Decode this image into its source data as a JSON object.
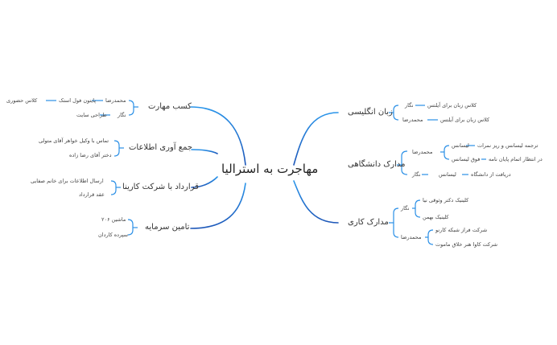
{
  "root": {
    "label": "مهاجرت به استرالیا"
  },
  "colors": {
    "line_light": "#2a8fe6",
    "line_dark": "#1e5fc0",
    "text": "#333333"
  },
  "right": [
    {
      "label": "زبان انگلیسی",
      "children": [
        {
          "label": "نگار",
          "children": [
            {
              "label": "کلاس زبان برای آیلتس"
            }
          ]
        },
        {
          "label": "محمدرضا",
          "children": [
            {
              "label": "کلاس زبان برای آیلتس"
            }
          ]
        }
      ]
    },
    {
      "label": "مدارک دانشگاهی",
      "children": [
        {
          "label": "محمدرضا",
          "children": [
            {
              "label": "لیسانس",
              "children": [
                {
                  "label": "ترجمه لیسانس و ریز نمرات"
                }
              ]
            },
            {
              "label": "فوق لیسانس",
              "children": [
                {
                  "label": "در انتظار اتمام پایان نامه"
                }
              ]
            }
          ]
        },
        {
          "label": "نگار",
          "children": [
            {
              "label": "لیسانس",
              "children": [
                {
                  "label": "دریافت از دانشگاه"
                }
              ]
            }
          ]
        }
      ]
    },
    {
      "label": "مدارک کاری",
      "children": [
        {
          "label": "نگار",
          "children": [
            {
              "label": "کلینیک دکتر وثوقی نیا"
            },
            {
              "label": "کلینیک بهمن"
            }
          ]
        },
        {
          "label": "محمدرضا",
          "children": [
            {
              "label": "شرکت فراز شبکه کارنو"
            },
            {
              "label": "شرکت کاوا هنر خلاق ماموت"
            }
          ]
        }
      ]
    }
  ],
  "left": [
    {
      "label": "کسب مهارت",
      "children": [
        {
          "label": "محمدرضا",
          "children": [
            {
              "label": "پایتون فول استک",
              "children": [
                {
                  "label": "کلاس حضوری"
                }
              ]
            }
          ]
        },
        {
          "label": "نگار",
          "children": [
            {
              "label": "طراحی سایت"
            }
          ]
        }
      ]
    },
    {
      "label": "جمع آوری اطلاعات",
      "children": [
        {
          "label": "تماس با وکیل خواهر آقای متولی"
        },
        {
          "label": "دختر آقای رضا زاده"
        }
      ]
    },
    {
      "label": "قرارداد با شرکت کارینا",
      "children": [
        {
          "label": "ارسال اطلاعات برای خانم صفایی"
        },
        {
          "label": "عقد قرارداد"
        }
      ]
    },
    {
      "label": "تامین سرمایه",
      "children": [
        {
          "label": "ماشین ۲۰۶"
        },
        {
          "label": "سپرده کاردان"
        }
      ]
    }
  ]
}
